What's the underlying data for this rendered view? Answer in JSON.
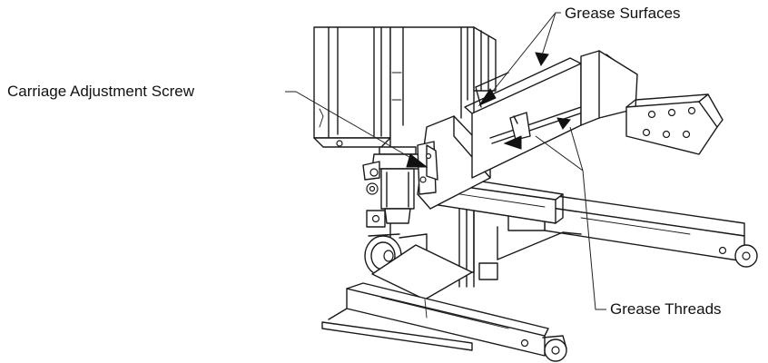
{
  "labels": {
    "grease_surfaces": "Grease Surfaces",
    "carriage_adjustment_screw": "Carriage Adjustment Screw",
    "grease_threads": "Grease Threads"
  },
  "colors": {
    "line": "#1a1a1a",
    "background": "#ffffff",
    "arrow_fill": "#111111"
  }
}
